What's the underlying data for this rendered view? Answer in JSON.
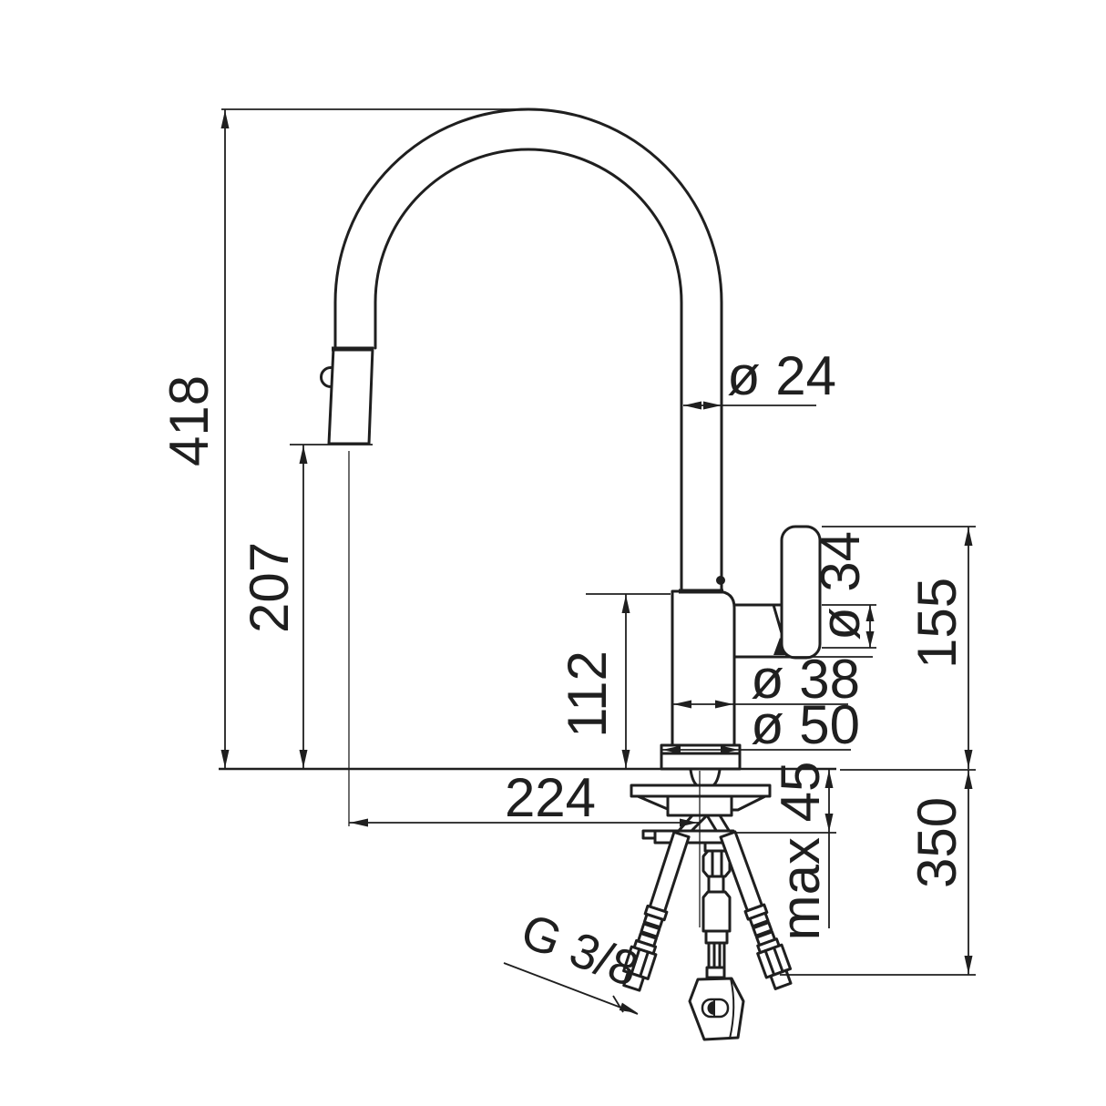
{
  "colors": {
    "ink": "#1f1f1f",
    "background": "#ffffff"
  },
  "labels": {
    "overall_height": "418",
    "spout_height": "207",
    "spout_diameter": "ø 24",
    "handle_diameter": "ø 34",
    "body_height": "112",
    "body_diameter": "ø 38",
    "base_diameter": "ø 50",
    "spout_reach": "224",
    "height_above_counter": "155",
    "max_counter_thickness": "max 45",
    "hose_length": "350",
    "connection_thread": "G 3/8"
  }
}
